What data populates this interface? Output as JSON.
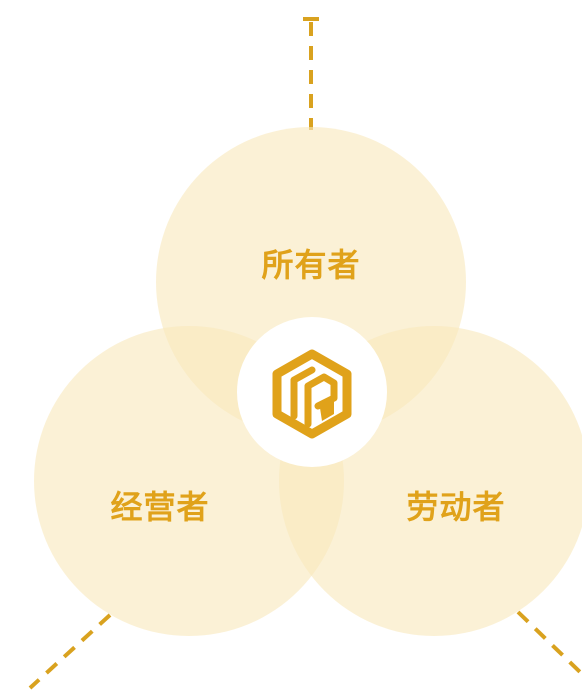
{
  "diagram": {
    "circles": [
      {
        "id": "owner",
        "label": "所有者"
      },
      {
        "id": "operator",
        "label": "经营者"
      },
      {
        "id": "worker",
        "label": "劳动者"
      }
    ],
    "center_logo": {
      "icon": "cube-logo-icon"
    }
  },
  "colors": {
    "circle_fill": "#f8e8bd",
    "label_color": "#e0a21a",
    "dash_color": "#d9a21f",
    "logo_color": "#e0a21a",
    "center_fill": "#ffffff"
  }
}
